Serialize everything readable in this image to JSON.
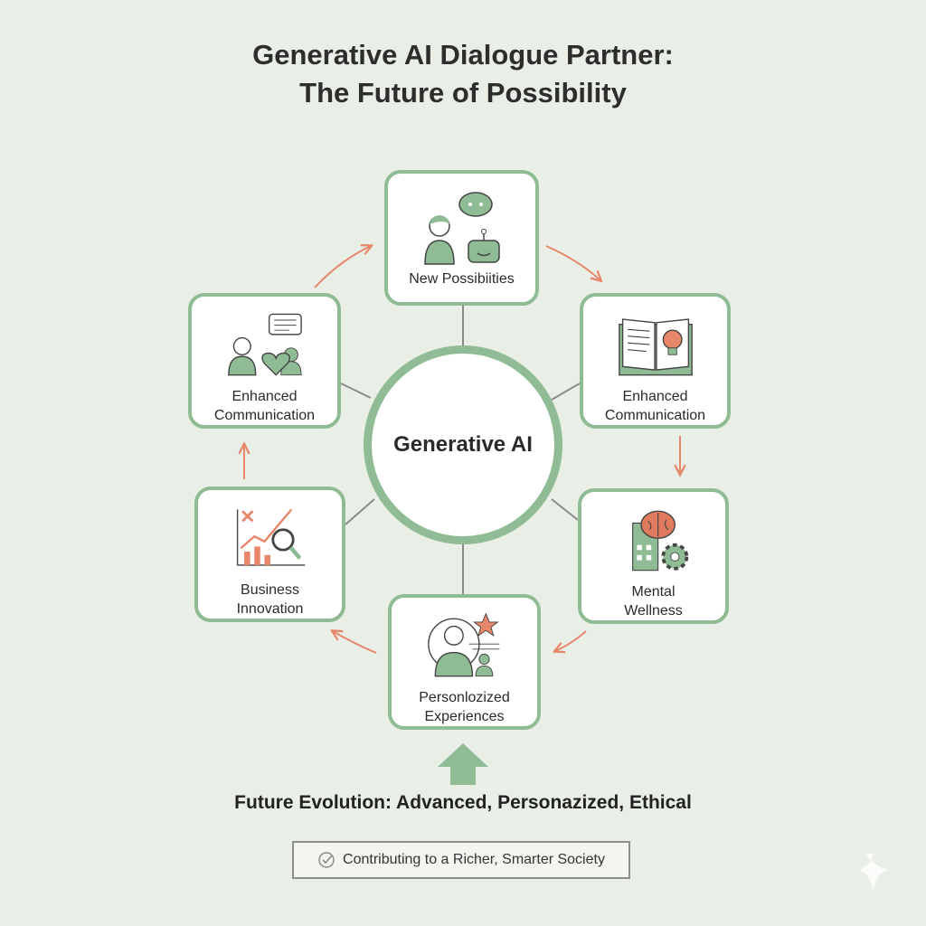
{
  "title": {
    "line1": "Generative AI Dialogue Partner:",
    "line2": "The Future of Possibility"
  },
  "hub": {
    "label": "Generative AI"
  },
  "cards": [
    {
      "label1": "New Possibiities",
      "label2": "",
      "icon": "person-robot-chat-icon"
    },
    {
      "label1": "Enhanced",
      "label2": "Communication",
      "icon": "book-lightbulb-icon"
    },
    {
      "label1": "Mental",
      "label2": "Wellness",
      "icon": "brain-gear-icon"
    },
    {
      "label1": "Personlozized",
      "label2": "Experiences",
      "icon": "person-star-icon"
    },
    {
      "label1": "Business",
      "label2": "Innovation",
      "icon": "chart-magnifier-icon"
    },
    {
      "label1": "Enhanced",
      "label2": "Communication",
      "icon": "people-heart-chat-icon"
    }
  ],
  "footer": {
    "evolution": "Future Evolution: Advanced, Personazized, Ethical",
    "society": "Contributing to a Richer, Smarter Society"
  },
  "colors": {
    "background": "#e9efe7",
    "green": "#8fbc94",
    "orange": "#e8866a"
  }
}
